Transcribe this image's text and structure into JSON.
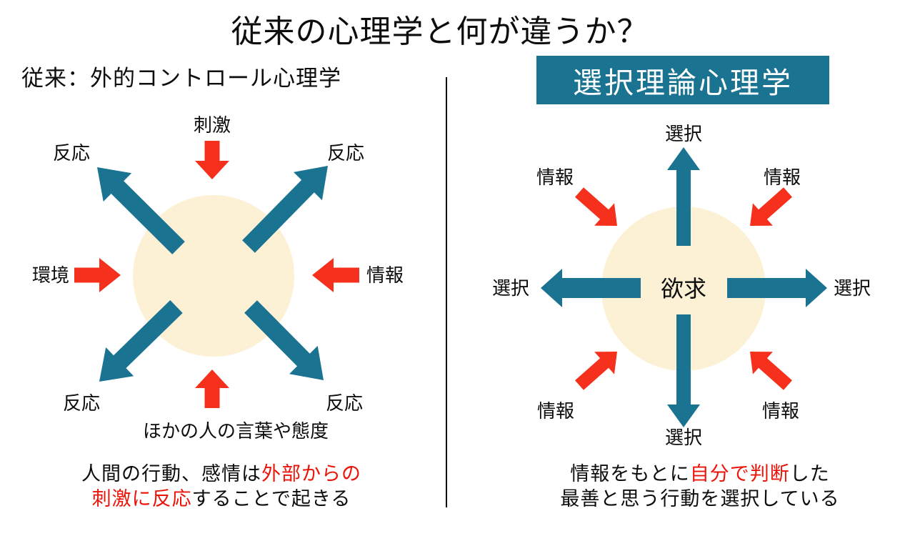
{
  "title": "従来の心理学と何が違うか？",
  "left": {
    "header": "従来：外的コントロール心理学",
    "diagram": {
      "stimulus": "刺激",
      "environment": "環境",
      "information": "情報",
      "others_words": "ほかの人の言葉や態度",
      "reaction": "反応"
    },
    "caption": {
      "line1_black": "人間の行動、感情は",
      "line1_red": "外部からの",
      "line2_red": "刺激に反応",
      "line2_black": "することで起きる"
    }
  },
  "right": {
    "header": "選択理論心理学",
    "diagram": {
      "choice": "選択",
      "information": "情報",
      "center": "欲求"
    },
    "caption": {
      "line1_black1": "情報をもとに",
      "line1_red": "自分で判断",
      "line1_black2": "した",
      "line2_black": "最善と思う行動を選択している"
    }
  },
  "colors": {
    "teal": "#1B7392",
    "red_arrow": "#F5301D",
    "red_text": "#EC1309",
    "circle_fill": "#FDF1D5"
  }
}
